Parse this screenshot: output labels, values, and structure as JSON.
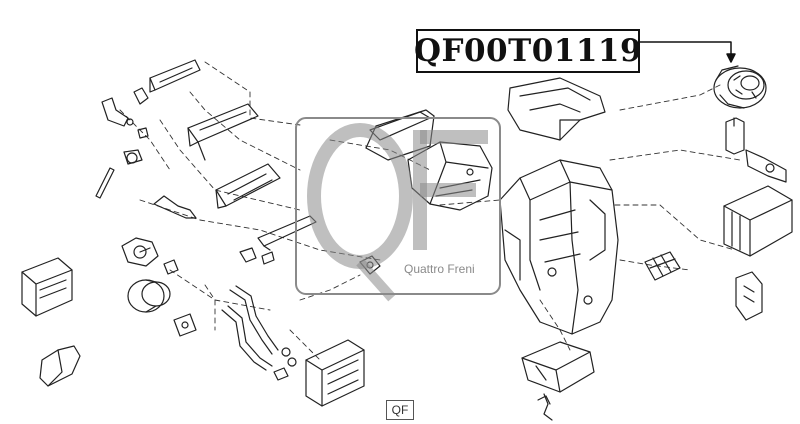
{
  "part_code": "QF00T01119",
  "watermark": {
    "logo_letters": "QF",
    "brand": "Quattro Freni"
  },
  "bottom_logo": "QF",
  "colors": {
    "line": "#222222",
    "watermark": "#8a8a8a",
    "box_border": "#111111"
  }
}
